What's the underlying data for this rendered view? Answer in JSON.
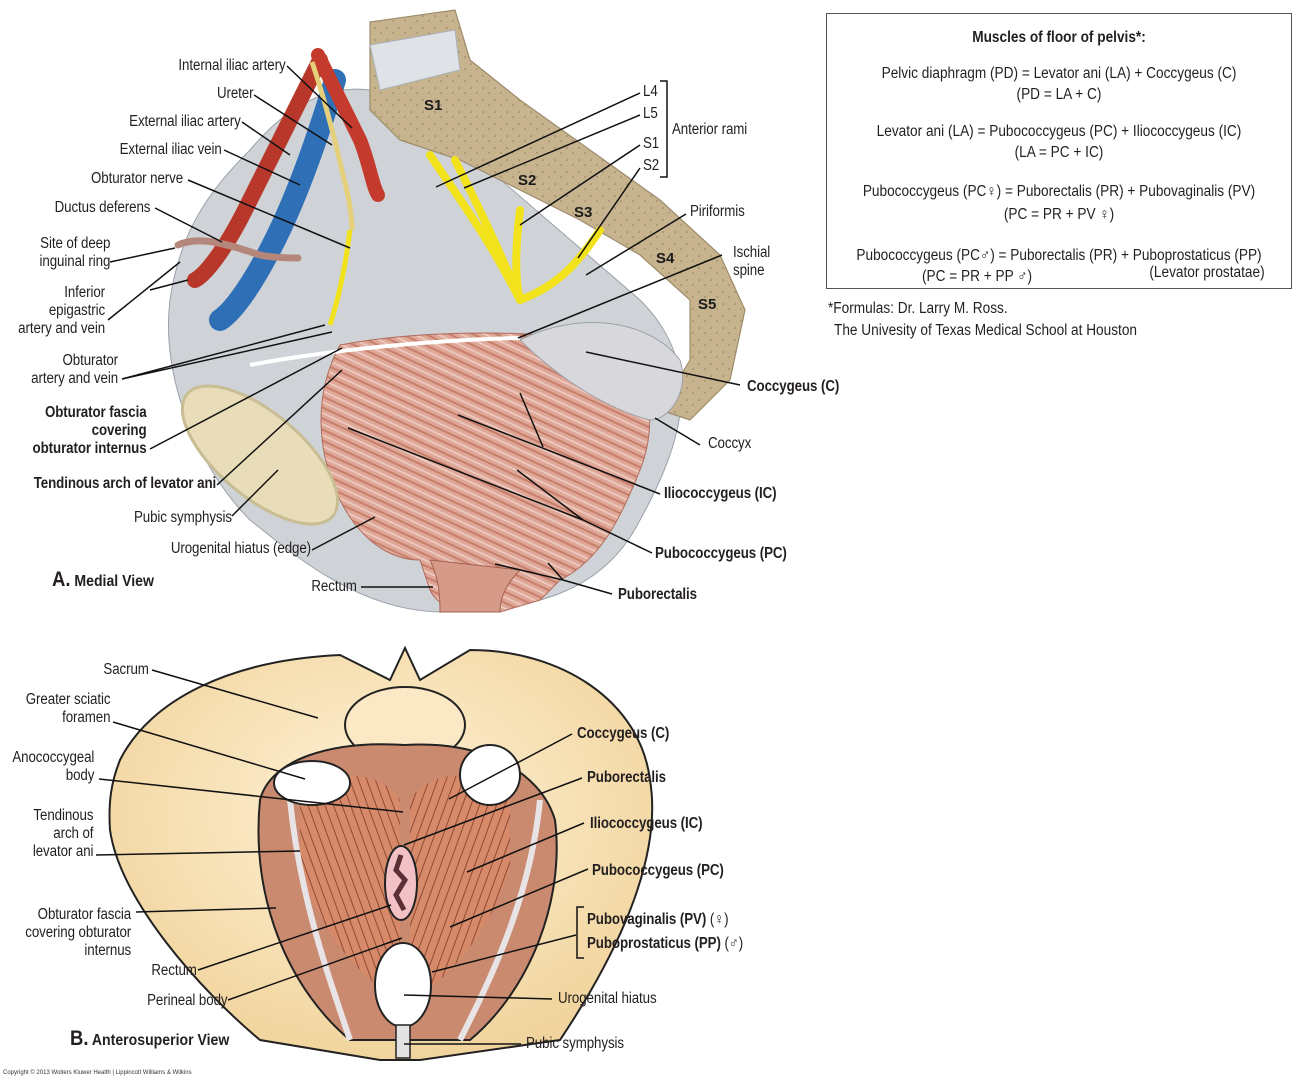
{
  "figure": {
    "panel_a": {
      "view_letter": "A.",
      "view_title": "Medial View",
      "segments": [
        "S1",
        "S2",
        "S3",
        "S4",
        "S5"
      ],
      "labels": {
        "internal_iliac_artery": "Internal iliac artery",
        "ureter": "Ureter",
        "external_iliac_artery": "External iliac artery",
        "external_iliac_vein": "External iliac vein",
        "obturator_nerve": "Obturator nerve",
        "ductus_deferens": "Ductus deferens",
        "deep_inguinal_ring": [
          "Site of deep",
          "inguinal ring"
        ],
        "inferior_epigastric": [
          "Inferior",
          "epigastric",
          "artery and vein"
        ],
        "obturator_artery_vein": [
          "Obturator",
          "artery and vein"
        ],
        "obturator_fascia": [
          "Obturator fascia",
          "covering",
          "obturator internus"
        ],
        "tendinous_arch": "Tendinous arch of levator ani",
        "pubic_symphysis": "Pubic symphysis",
        "urogenital_hiatus_edge": "Urogenital hiatus (edge)",
        "rectum": "Rectum",
        "anterior_rami_levels": [
          "L4",
          "L5",
          "S1",
          "S2"
        ],
        "anterior_rami": "Anterior rami",
        "piriformis": "Piriformis",
        "ischial_spine": [
          "Ischial",
          "spine"
        ],
        "coccygeus": "Coccygeus (C)",
        "coccyx": "Coccyx",
        "iliococcygeus": "Iliococcygeus (IC)",
        "pubococcygeus": "Pubococcygeus (PC)",
        "puborectalis": "Puborectalis"
      }
    },
    "panel_b": {
      "view_letter": "B.",
      "view_title": "Anterosuperior View",
      "labels": {
        "sacrum": "Sacrum",
        "greater_sciatic_foramen": [
          "Greater sciatic",
          "foramen"
        ],
        "anococcygeal_body": [
          "Anococcygeal",
          "body"
        ],
        "tendinous_arch": [
          "Tendinous",
          "arch of",
          "levator ani"
        ],
        "obturator_fascia": [
          "Obturator fascia",
          "covering obturator",
          "internus"
        ],
        "rectum": "Rectum",
        "perineal_body": "Perineal body",
        "coccygeus": "Coccygeus (C)",
        "puborectalis": "Puborectalis",
        "iliococcygeus": "Iliococcygeus (IC)",
        "pubococcygeus": "Pubococcygeus (PC)",
        "pubovaginalis": "Pubovaginalis (PV)",
        "pubovaginalis_symbol": "(♀)",
        "puboprostaticus": "Puboprostaticus (PP)",
        "puboprostaticus_symbol": "(♂)",
        "urogenital_hiatus": "Urogenital hiatus",
        "pubic_symphysis": "Pubic symphysis"
      }
    },
    "formula_box": {
      "title": "Muscles of floor of pelvis*:",
      "lines": [
        "Pelvic diaphragm (PD) = Levator ani (LA) + Coccygeus (C)",
        "(PD = LA + C)",
        "Levator ani (LA) = Pubococcygeus (PC) + Iliococcygeus (IC)",
        "(LA = PC + IC)",
        "Pubococcygeus (PC♀) = Puborectalis (PR) + Pubovaginalis (PV)",
        "(PC = PR + PV ♀)",
        "Pubococcygeus (PC♂) = Puborectalis (PR) + Puboprostaticus (PP)",
        "(PC = PR + PP ♂)"
      ],
      "note": "(Levator prostatae)"
    },
    "footnote": [
      "*Formulas: Dr. Larry M. Ross.",
      "The Univesity of Texas Medical School at Houston"
    ],
    "copyright": "Copyright © 2013 Wolters Kluwer Health | Lippincott Williams & Wilkins",
    "colors": {
      "artery": "#c0392b",
      "vein": "#2e6db4",
      "nerve": "#f2e21b",
      "muscle": "#d99a86",
      "bone": "#c9b48e",
      "cartilage": "#dde3e8",
      "bone_b": "#f7e6bf",
      "muscle_b": "#c8704f"
    }
  }
}
